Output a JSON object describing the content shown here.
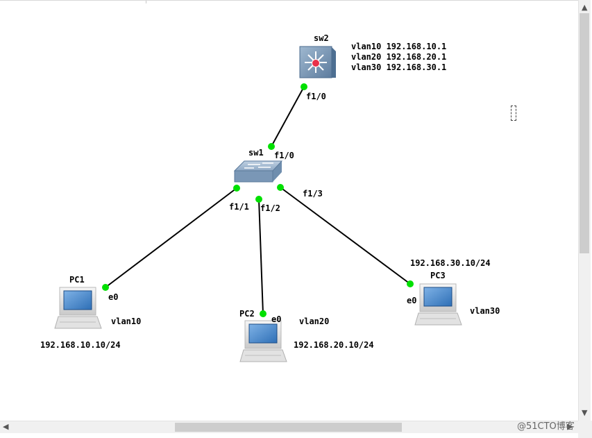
{
  "devices": {
    "sw2": {
      "name": "sw2",
      "config": [
        "vlan10 192.168.10.1",
        "vlan20 192.168.20.1",
        "vlan30 192.168.30.1"
      ]
    },
    "sw1": {
      "name": "sw1"
    },
    "pc1": {
      "name": "PC1",
      "port": "e0",
      "vlan": "vlan10",
      "ip": "192.168.10.10/24"
    },
    "pc2": {
      "name": "PC2",
      "port": "e0",
      "vlan": "vlan20",
      "ip": "192.168.20.10/24"
    },
    "pc3": {
      "name": "PC3",
      "port": "e0",
      "vlan": "vlan30",
      "ip": "192.168.30.10/24"
    }
  },
  "ports": {
    "sw2_f10": "f1/0",
    "sw1_f10": "f1/0",
    "sw1_f11": "f1/1",
    "sw1_f12": "f1/2",
    "sw1_f13": "f1/3"
  },
  "link_status_color": "#00e000",
  "watermark": "@51CTO博客",
  "scroll": {
    "up": "▲",
    "down": "▼",
    "left": "◀",
    "right": "▶"
  }
}
